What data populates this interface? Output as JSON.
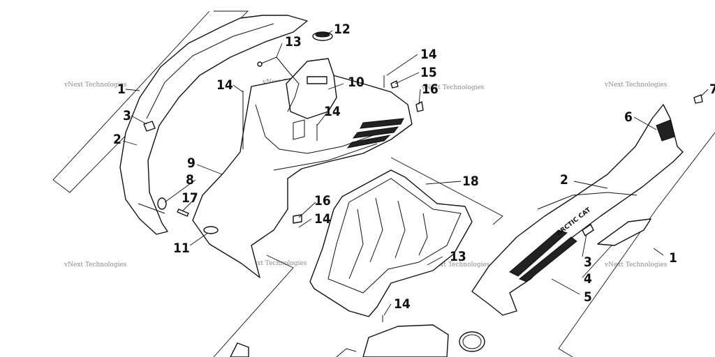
{
  "callouts": {
    "c1a": "1",
    "c1b": "1",
    "c2a": "2",
    "c2b": "2",
    "c3a": "3",
    "c3b": "3",
    "c4": "4",
    "c5": "5",
    "c6": "6",
    "c7": "7",
    "c8": "8",
    "c9": "9",
    "c10": "10",
    "c11": "11",
    "c12": "12",
    "c13a": "13",
    "c13b": "13",
    "c14a": "14",
    "c14b": "14",
    "c14c": "14",
    "c14d": "14",
    "c14e": "14",
    "c15": "15",
    "c16a": "16",
    "c16b": "16",
    "c17": "17",
    "c18": "18"
  },
  "watermark": "vNext Technologies",
  "decal_text": "ARCTIC CAT"
}
